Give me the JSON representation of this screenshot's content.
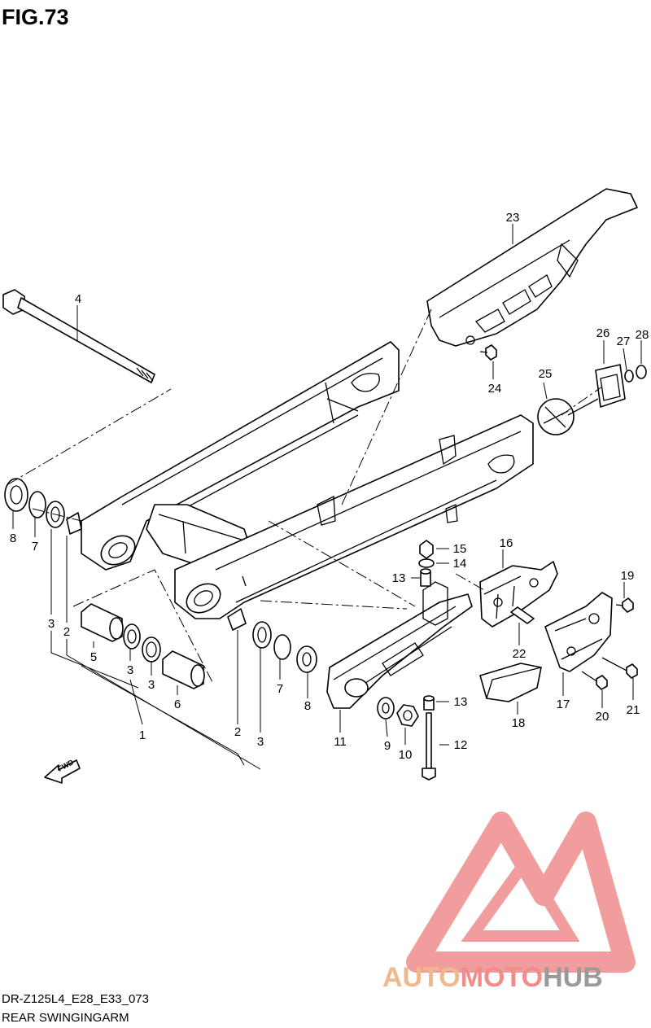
{
  "figure": {
    "title": "FIG.73",
    "model_code": "DR-Z125L4_E28_E33_073",
    "name": "REAR SWINGINGARM"
  },
  "direction_marker": "FWD",
  "watermark": {
    "brand_auto": "AUTO",
    "brand_moto": "MOTO",
    "brand_hub": "HUB",
    "color_auto": "#f0b98c",
    "color_moto": "#f08c8c",
    "color_hub": "#9a9a9a"
  },
  "callouts": {
    "p1": "1",
    "p2a": "2",
    "p2b": "2",
    "p3a": "3",
    "p3b": "3",
    "p3c": "3",
    "p3d": "3",
    "p4": "4",
    "p5": "5",
    "p6": "6",
    "p7a": "7",
    "p7b": "7",
    "p8a": "8",
    "p8b": "8",
    "p9": "9",
    "p10": "10",
    "p11": "11",
    "p12": "12",
    "p13a": "13",
    "p13b": "13",
    "p14": "14",
    "p15": "15",
    "p16": "16",
    "p17": "17",
    "p18": "18",
    "p19": "19",
    "p20": "20",
    "p21": "21",
    "p22": "22",
    "p23": "23",
    "p24": "24",
    "p25": "25",
    "p26": "26",
    "p27": "27",
    "p28": "28"
  }
}
